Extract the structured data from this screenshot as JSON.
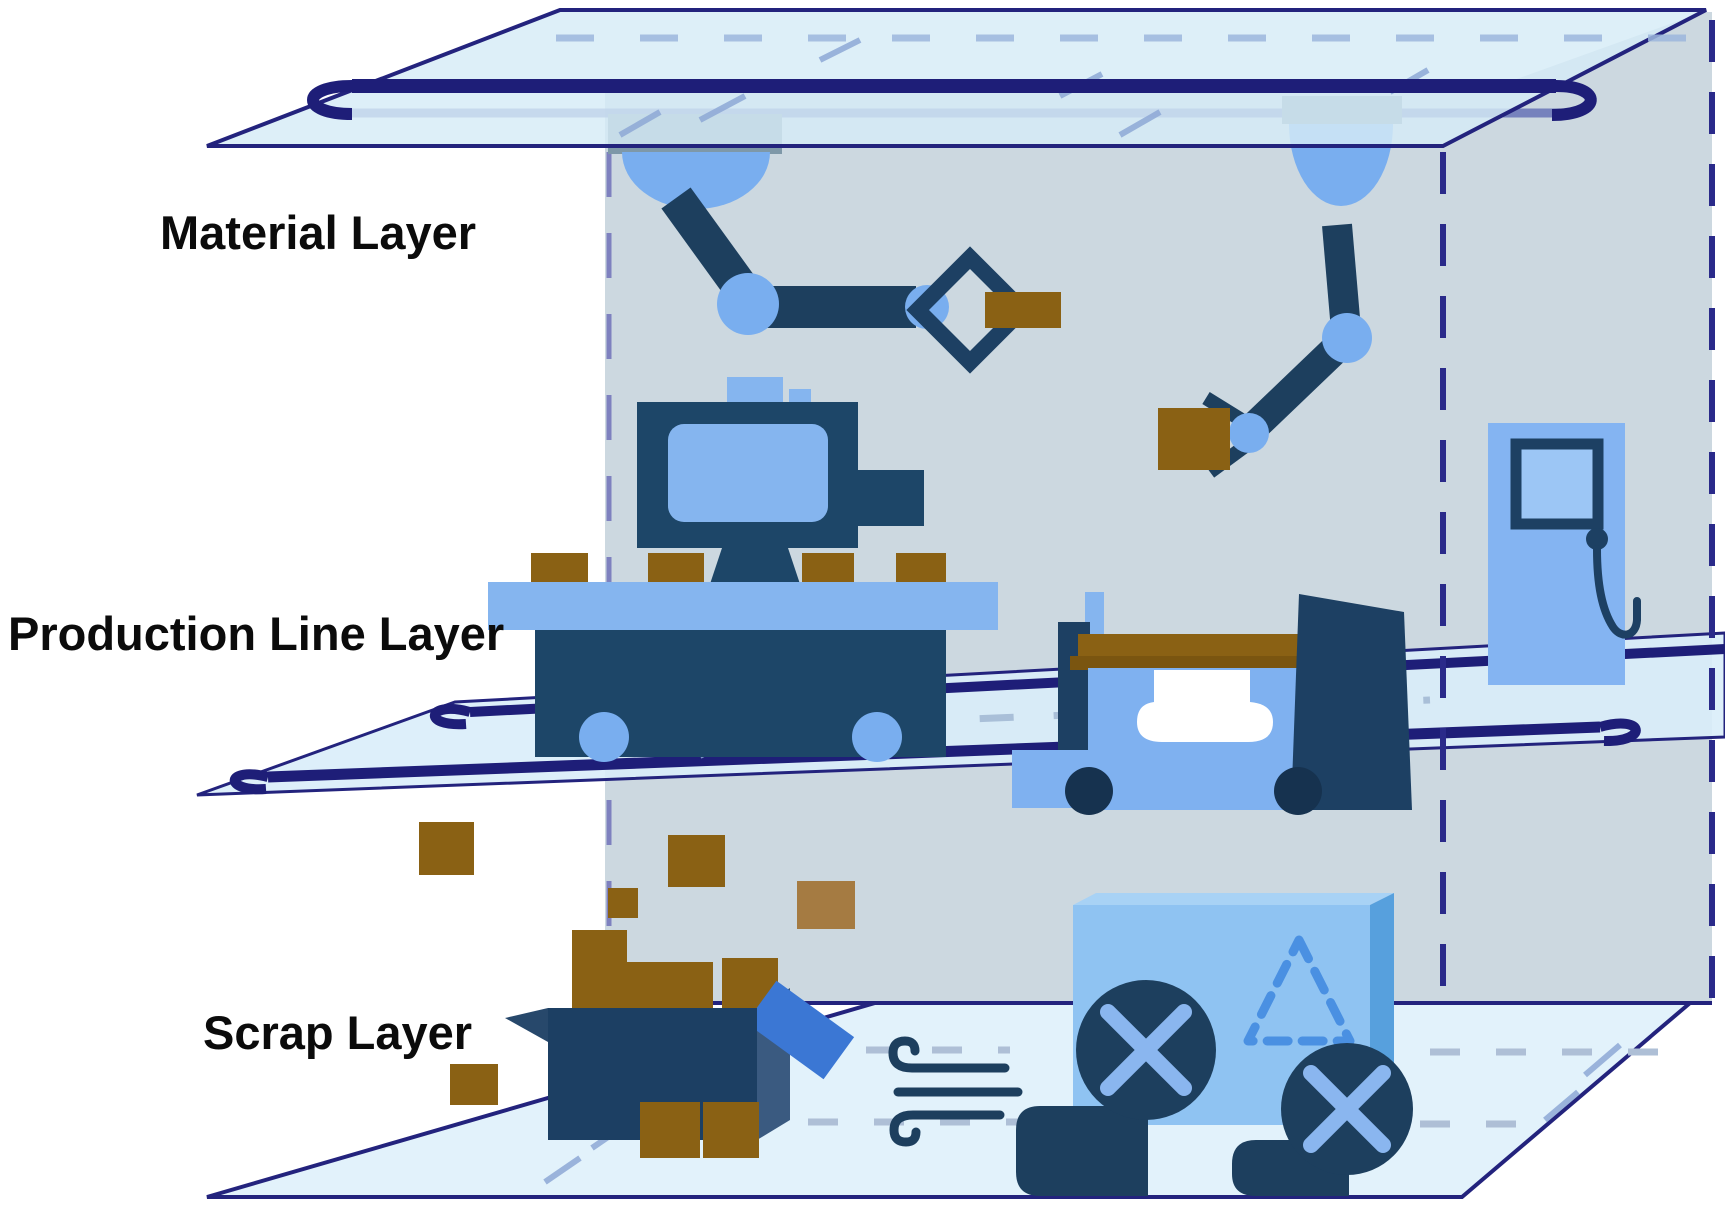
{
  "diagram_type": "layered-factory-architecture",
  "labels": {
    "material": "Material Layer",
    "production": "Production Line Layer",
    "scrap": "Scrap Layer"
  },
  "layers": [
    {
      "id": "material",
      "label": "Material Layer",
      "contents": [
        "overhead-conveyor-rail",
        "ceiling-robot-arm-left",
        "ceiling-robot-arm-right",
        "material-block-left",
        "material-block-right"
      ]
    },
    {
      "id": "production",
      "label": "Production Line Layer",
      "contents": [
        "cnc-machine",
        "conveyor-table",
        "material-blocks-on-conveyor",
        "agv-truck",
        "charging-station",
        "conveyor-rails"
      ]
    },
    {
      "id": "scrap",
      "label": "Scrap Layer",
      "contents": [
        "scrap-box",
        "scrap-blocks",
        "wind-icon",
        "recycling-bin",
        "exhaust-fan-left",
        "exhaust-fan-right"
      ]
    }
  ],
  "icons": [
    "ceiling-robot-arm-left-icon",
    "ceiling-robot-arm-right-icon",
    "gripper-diamond-icon",
    "cnc-machine-icon",
    "agv-truck-icon",
    "charging-station-icon",
    "fuel-nozzle-icon",
    "scrap-box-icon",
    "wind-icon",
    "recycling-bin-icon",
    "recycle-triangle-icon",
    "exhaust-fan-icon"
  ],
  "palette": {
    "navy_outline": "#23237d",
    "rail_navy": "#1e1e78",
    "dark_steel": "#1d4063",
    "machine_navy": "#1d4668",
    "arm_navy": "#1d3f5e",
    "joint_blue": "#79aeef",
    "medium_blue": "#7fb1f0",
    "light_blue": "#85b5ef",
    "bin_blue": "#8fc3f2",
    "bin_edge_blue": "#57a0dd",
    "flap_blue": "#3b77d4",
    "plane_top": "#d5ecf7",
    "plane_mid": "#d9edf9",
    "plane_bottom": "#e2f2fb",
    "wall_grey": "#ccd8e0",
    "plate_teal": "#7e98a8",
    "scrap_brown": "#8a6114",
    "scrap_tan": "#a57b42",
    "dash_light": "#a9bfd8",
    "slate_return": "#6874b8",
    "label_color": "#0b0b0b",
    "background": "#ffffff"
  }
}
